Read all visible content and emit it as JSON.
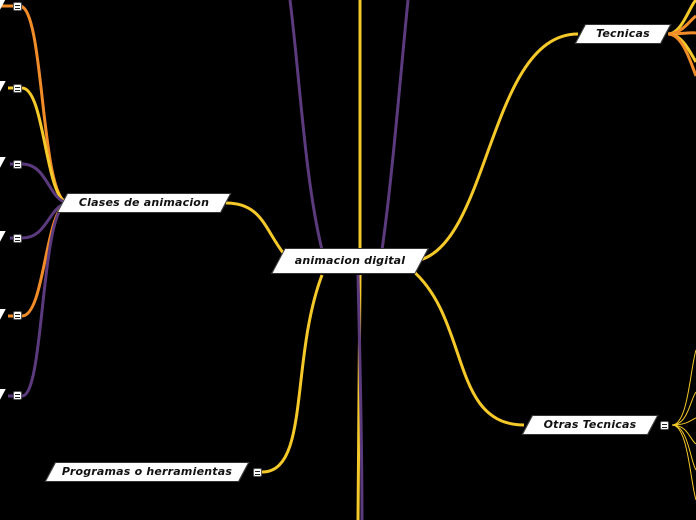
{
  "mindmap": {
    "central": {
      "label": "animacion digital"
    },
    "branches": {
      "clases": {
        "label": "Clases de animacion"
      },
      "tecnicas": {
        "label": "Tecnicas"
      },
      "otras": {
        "label": "Otras Tecnicas"
      },
      "programas": {
        "label": "Programas o herramientas"
      }
    }
  },
  "colors": {
    "background": "#000000",
    "yellow": "#f5c92a",
    "orange": "#f28c28",
    "purple": "#5b3a7e",
    "node_fill": "#ffffff",
    "node_text": "#111111"
  },
  "icons": {
    "collapse": "collapse-toggle-icon"
  }
}
